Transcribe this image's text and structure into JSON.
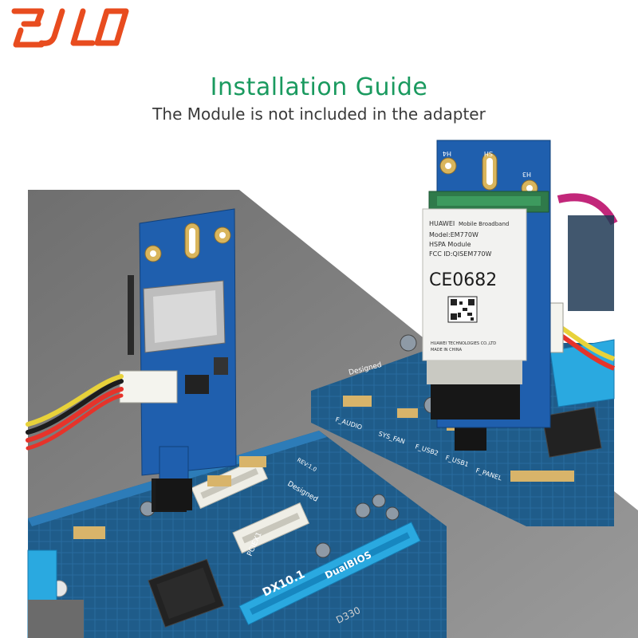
{
  "brand": {
    "logo_text": "EJO",
    "logo_color": "#e84c1f"
  },
  "heading": {
    "title": "Installation Guide",
    "subtitle": "The Module is not included in the adapter",
    "title_color": "#1a9a5f"
  },
  "module": {
    "brand": "HUAWEI",
    "brand_tail": "Mobile Broadband",
    "model": "Model:EM770W",
    "type": "HSPA Module",
    "fcc": "FCC ID:QISEM770W",
    "ce_mark": "CE0682",
    "maker": "HUAWEI TECHNOLOGIES CO.,LTD",
    "origin": "MADE IN CHINA"
  },
  "board_labels": {
    "mount_h4": "H4",
    "mount_h5": "SH",
    "mount_h3": "H3",
    "f_audio": "F_AUDIO",
    "sys_fan": "SYS_FAN",
    "f_usb2": "F_USB2",
    "f_usb1": "F_USB1",
    "f_panel": "F_PANEL",
    "designed": "Designed",
    "dx": "DX10.1",
    "bios": "DualBIOS",
    "rev": "REV:1.0",
    "pcie": "PCIEX1",
    "d3300": "D330"
  },
  "colors": {
    "pcb_blue": "#1f5fae",
    "mobo_blue": "#1e5d8c",
    "gray_wedge": "#8a8a8a"
  }
}
